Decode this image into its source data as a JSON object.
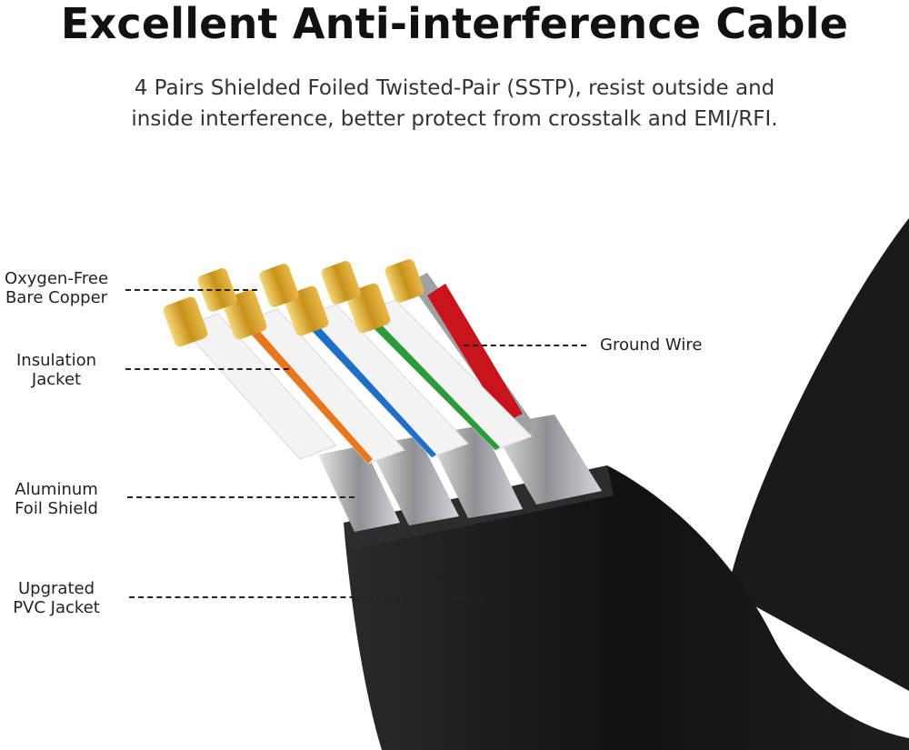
{
  "header": {
    "title": "Excellent Anti-interference Cable",
    "subtitle_line1": "4 Pairs Shielded Foiled Twisted-Pair (SSTP), resist outside and",
    "subtitle_line2": "inside interference, better protect from crosstalk and EMI/RFI."
  },
  "callouts": {
    "copper": {
      "line1": "Oxygen-Free",
      "line2": "Bare Copper"
    },
    "insulation": {
      "line1": "Insulation",
      "line2": "Jacket"
    },
    "foil": {
      "line1": "Aluminum",
      "line2": "Foil Shield"
    },
    "pvc": {
      "line1": "Upgrated",
      "line2": "PVC Jacket"
    },
    "ground": {
      "line1": "Ground Wire"
    }
  },
  "colors": {
    "cable_jacket": "#141414",
    "insulation": "#f2f2f2",
    "copper": "#d9a520",
    "foil": "#b8bcc0",
    "ground_wire": "#c8141a",
    "stripe_orange": "#e8761c",
    "stripe_blue": "#1f6fc9",
    "stripe_green": "#2c9a3a"
  }
}
